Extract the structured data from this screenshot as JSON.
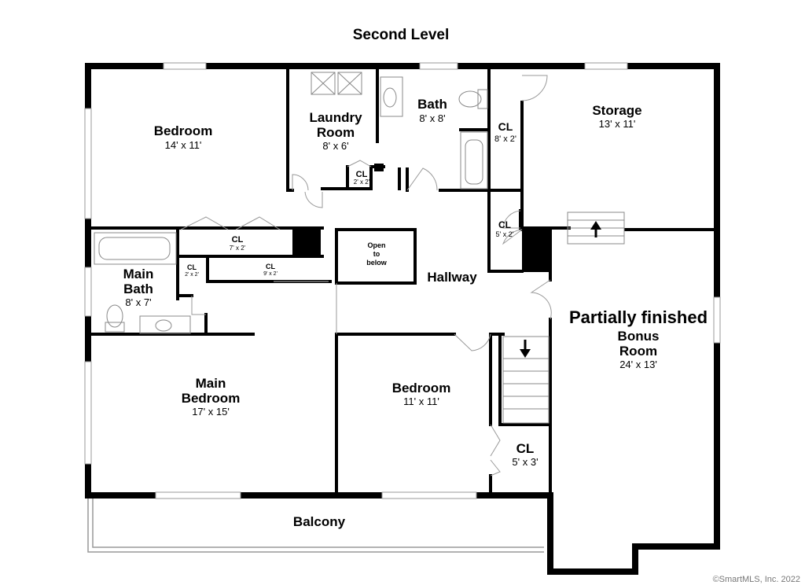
{
  "title": "Second Level",
  "rooms": {
    "bedroom_nw": {
      "name": "Bedroom",
      "dims": "14' x 11'"
    },
    "laundry": {
      "name1": "Laundry",
      "name2": "Room",
      "dims": "8' x 6'"
    },
    "bath": {
      "name": "Bath",
      "dims": "8' x 8'"
    },
    "cl_bath": {
      "name": "CL",
      "dims": "8' x 2'"
    },
    "storage": {
      "name": "Storage",
      "dims": "13' x 11'"
    },
    "cl_laundry": {
      "name": "CL",
      "dims": "2' x 2'"
    },
    "cl_hall_top": {
      "name": "CL",
      "dims": "7' x 2'"
    },
    "cl_hall_mid": {
      "name": "CL",
      "dims": "5' x 2'"
    },
    "cl_mainbath": {
      "name": "CL",
      "dims": "2' x 2'"
    },
    "cl_hall_low": {
      "name": "CL",
      "dims": "9' x 2'"
    },
    "open_below": {
      "line1": "Open",
      "line2": "to",
      "line3": "below"
    },
    "hallway": {
      "name": "Hallway"
    },
    "main_bath": {
      "name1": "Main",
      "name2": "Bath",
      "dims": "8' x 7'"
    },
    "bonus": {
      "line1": "Partially finished",
      "line2": "Bonus",
      "line3": "Room",
      "dims": "24' x 13'"
    },
    "main_bedroom": {
      "name1": "Main",
      "name2": "Bedroom",
      "dims": "17' x 15'"
    },
    "bedroom_s": {
      "name": "Bedroom",
      "dims": "11' x 11'"
    },
    "cl_bedroom_s": {
      "name": "CL",
      "dims": "5' x 3'"
    },
    "balcony": {
      "name": "Balcony"
    }
  },
  "copyright": "©SmartMLS, Inc. 2022"
}
